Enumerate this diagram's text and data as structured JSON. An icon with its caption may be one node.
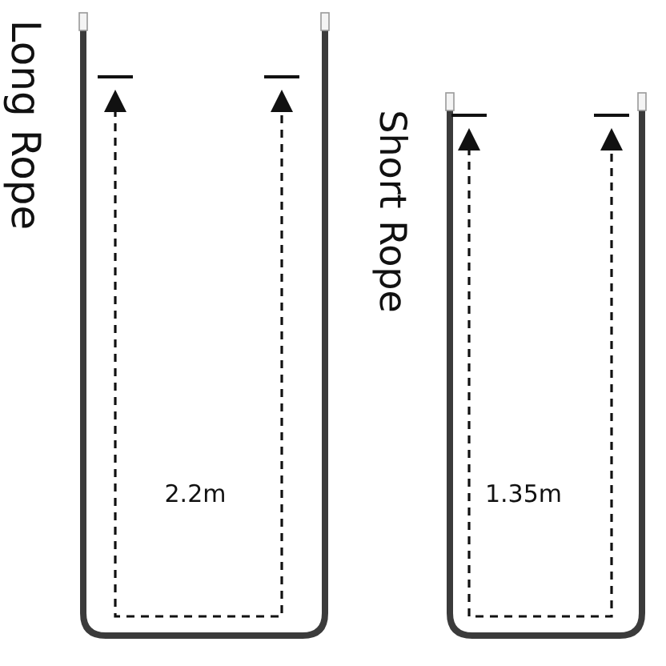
{
  "diagram": {
    "labels": [
      "Long Rope",
      "2.2m",
      "Short Rope",
      "1.35m"
    ]
  }
}
